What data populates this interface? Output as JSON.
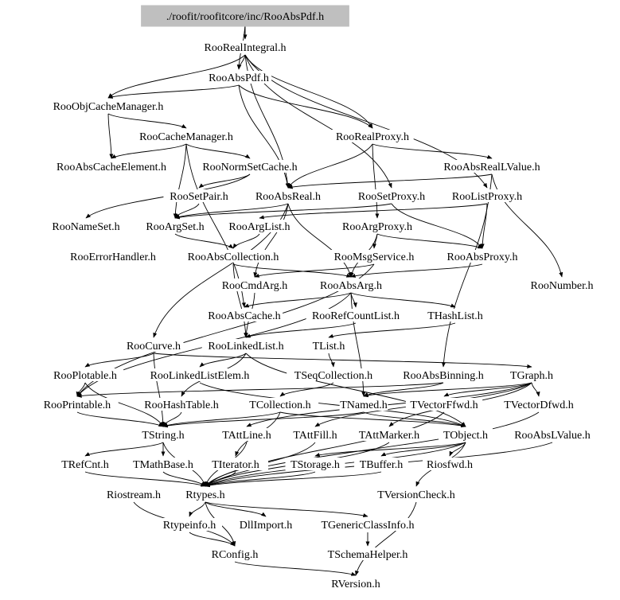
{
  "graph": {
    "root": "./roofit/roofitcore/inc/RooAbsPdf.h",
    "nodes": [
      {
        "id": "root",
        "label": "./roofit/roofitcore/inc/RooAbsPdf.h"
      },
      {
        "id": "RooRealIntegral",
        "label": "RooRealIntegral.h"
      },
      {
        "id": "RooAbsPdf",
        "label": "RooAbsPdf.h"
      },
      {
        "id": "RooObjCacheManager",
        "label": "RooObjCacheManager.h"
      },
      {
        "id": "RooCacheManager",
        "label": "RooCacheManager.h"
      },
      {
        "id": "RooRealProxy",
        "label": "RooRealProxy.h"
      },
      {
        "id": "RooAbsCacheElement",
        "label": "RooAbsCacheElement.h"
      },
      {
        "id": "RooNormSetCache",
        "label": "RooNormSetCache.h"
      },
      {
        "id": "RooAbsRealLValue",
        "label": "RooAbsRealLValue.h"
      },
      {
        "id": "RooSetPair",
        "label": "RooSetPair.h"
      },
      {
        "id": "RooAbsReal",
        "label": "RooAbsReal.h"
      },
      {
        "id": "RooSetProxy",
        "label": "RooSetProxy.h"
      },
      {
        "id": "RooListProxy",
        "label": "RooListProxy.h"
      },
      {
        "id": "RooNameSet",
        "label": "RooNameSet.h"
      },
      {
        "id": "RooArgSet",
        "label": "RooArgSet.h"
      },
      {
        "id": "RooArgList",
        "label": "RooArgList.h"
      },
      {
        "id": "RooArgProxy",
        "label": "RooArgProxy.h"
      },
      {
        "id": "RooErrorHandler",
        "label": "RooErrorHandler.h"
      },
      {
        "id": "RooAbsCollection",
        "label": "RooAbsCollection.h"
      },
      {
        "id": "RooMsgService",
        "label": "RooMsgService.h"
      },
      {
        "id": "RooAbsProxy",
        "label": "RooAbsProxy.h"
      },
      {
        "id": "RooCmdArg",
        "label": "RooCmdArg.h"
      },
      {
        "id": "RooAbsArg",
        "label": "RooAbsArg.h"
      },
      {
        "id": "RooNumber",
        "label": "RooNumber.h"
      },
      {
        "id": "RooAbsCache",
        "label": "RooAbsCache.h"
      },
      {
        "id": "RooRefCountList",
        "label": "RooRefCountList.h"
      },
      {
        "id": "THashList",
        "label": "THashList.h"
      },
      {
        "id": "RooCurve",
        "label": "RooCurve.h"
      },
      {
        "id": "RooLinkedList",
        "label": "RooLinkedList.h"
      },
      {
        "id": "TList",
        "label": "TList.h"
      },
      {
        "id": "RooPlotable",
        "label": "RooPlotable.h"
      },
      {
        "id": "RooLinkedListElem",
        "label": "RooLinkedListElem.h"
      },
      {
        "id": "TSeqCollection",
        "label": "TSeqCollection.h"
      },
      {
        "id": "RooAbsBinning",
        "label": "RooAbsBinning.h"
      },
      {
        "id": "TGraph",
        "label": "TGraph.h"
      },
      {
        "id": "RooPrintable",
        "label": "RooPrintable.h"
      },
      {
        "id": "RooHashTable",
        "label": "RooHashTable.h"
      },
      {
        "id": "TCollection",
        "label": "TCollection.h"
      },
      {
        "id": "TNamed",
        "label": "TNamed.h"
      },
      {
        "id": "TVectorFfwd",
        "label": "TVectorFfwd.h"
      },
      {
        "id": "TVectorDfwd",
        "label": "TVectorDfwd.h"
      },
      {
        "id": "TString",
        "label": "TString.h"
      },
      {
        "id": "TAttLine",
        "label": "TAttLine.h"
      },
      {
        "id": "TAttFill",
        "label": "TAttFill.h"
      },
      {
        "id": "TAttMarker",
        "label": "TAttMarker.h"
      },
      {
        "id": "TObject",
        "label": "TObject.h"
      },
      {
        "id": "RooAbsLValue",
        "label": "RooAbsLValue.h"
      },
      {
        "id": "TRefCnt",
        "label": "TRefCnt.h"
      },
      {
        "id": "TMathBase",
        "label": "TMathBase.h"
      },
      {
        "id": "TIterator",
        "label": "TIterator.h"
      },
      {
        "id": "TStorage",
        "label": "TStorage.h"
      },
      {
        "id": "TBuffer",
        "label": "TBuffer.h"
      },
      {
        "id": "Riosfwd",
        "label": "Riosfwd.h"
      },
      {
        "id": "Riostream",
        "label": "Riostream.h"
      },
      {
        "id": "Rtypes",
        "label": "Rtypes.h"
      },
      {
        "id": "TVersionCheck",
        "label": "TVersionCheck.h"
      },
      {
        "id": "Rtypeinfo",
        "label": "Rtypeinfo.h"
      },
      {
        "id": "DllImport",
        "label": "DllImport.h"
      },
      {
        "id": "TGenericClassInfo",
        "label": "TGenericClassInfo.h"
      },
      {
        "id": "RConfig",
        "label": "RConfig.h"
      },
      {
        "id": "TSchemaHelper",
        "label": "TSchemaHelper.h"
      },
      {
        "id": "RVersion",
        "label": "RVersion.h"
      }
    ],
    "edges": [
      [
        "root",
        "RooRealIntegral"
      ],
      [
        "root",
        "RooAbsPdf"
      ],
      [
        "RooRealIntegral",
        "RooAbsPdf"
      ],
      [
        "RooRealIntegral",
        "RooObjCacheManager"
      ],
      [
        "RooRealIntegral",
        "RooRealProxy"
      ],
      [
        "RooRealIntegral",
        "RooAbsReal"
      ],
      [
        "RooRealIntegral",
        "RooSetProxy"
      ],
      [
        "RooRealIntegral",
        "RooListProxy"
      ],
      [
        "RooAbsPdf",
        "RooObjCacheManager"
      ],
      [
        "RooAbsPdf",
        "RooAbsReal"
      ],
      [
        "RooAbsPdf",
        "RooRealProxy"
      ],
      [
        "RooObjCacheManager",
        "RooCacheManager"
      ],
      [
        "RooObjCacheManager",
        "RooAbsCacheElement"
      ],
      [
        "RooCacheManager",
        "RooNormSetCache"
      ],
      [
        "RooCacheManager",
        "RooAbsCacheElement"
      ],
      [
        "RooCacheManager",
        "RooAbsCache"
      ],
      [
        "RooCacheManager",
        "RooArgSet"
      ],
      [
        "RooRealProxy",
        "RooAbsReal"
      ],
      [
        "RooRealProxy",
        "RooArgProxy"
      ],
      [
        "RooRealProxy",
        "RooAbsRealLValue"
      ],
      [
        "RooNormSetCache",
        "RooSetPair"
      ],
      [
        "RooNormSetCache",
        "RooNameSet"
      ],
      [
        "RooAbsRealLValue",
        "RooAbsReal"
      ],
      [
        "RooAbsRealLValue",
        "RooNumber"
      ],
      [
        "RooAbsRealLValue",
        "RooAbsBinning"
      ],
      [
        "RooSetPair",
        "RooArgSet"
      ],
      [
        "RooAbsReal",
        "RooAbsArg"
      ],
      [
        "RooAbsReal",
        "RooCmdArg"
      ],
      [
        "RooAbsReal",
        "RooCurve"
      ],
      [
        "RooAbsReal",
        "RooArgSet"
      ],
      [
        "RooSetProxy",
        "RooAbsProxy"
      ],
      [
        "RooSetProxy",
        "RooArgSet"
      ],
      [
        "RooListProxy",
        "RooAbsProxy"
      ],
      [
        "RooListProxy",
        "RooArgList"
      ],
      [
        "RooArgSet",
        "RooAbsCollection"
      ],
      [
        "RooArgList",
        "RooAbsCollection"
      ],
      [
        "RooArgProxy",
        "RooAbsArg"
      ],
      [
        "RooArgProxy",
        "RooAbsProxy"
      ],
      [
        "RooArgProxy",
        "RooMsgService"
      ],
      [
        "RooAbsCollection",
        "RooAbsArg"
      ],
      [
        "RooAbsCollection",
        "RooLinkedList"
      ],
      [
        "RooMsgService",
        "RooCmdArg"
      ],
      [
        "RooMsgService",
        "RooPrintable"
      ],
      [
        "RooAbsProxy",
        "RooAbsArg"
      ],
      [
        "RooCmdArg",
        "RooLinkedList"
      ],
      [
        "RooAbsArg",
        "RooAbsCache"
      ],
      [
        "RooAbsArg",
        "RooRefCountList"
      ],
      [
        "RooAbsArg",
        "THashList"
      ],
      [
        "RooAbsArg",
        "RooPrintable"
      ],
      [
        "RooAbsArg",
        "TNamed"
      ],
      [
        "RooRefCountList",
        "RooLinkedList"
      ],
      [
        "THashList",
        "TList"
      ],
      [
        "RooCurve",
        "TGraph"
      ],
      [
        "RooCurve",
        "RooPlotable"
      ],
      [
        "RooCurve",
        "TString"
      ],
      [
        "RooLinkedList",
        "RooLinkedListElem"
      ],
      [
        "RooLinkedList",
        "RooHashTable"
      ],
      [
        "RooLinkedList",
        "TObject"
      ],
      [
        "TList",
        "TSeqCollection"
      ],
      [
        "RooPlotable",
        "RooPrintable"
      ],
      [
        "RooPlotable",
        "TString"
      ],
      [
        "RooLinkedListElem",
        "TObject"
      ],
      [
        "TSeqCollection",
        "TCollection"
      ],
      [
        "RooAbsBinning",
        "TNamed"
      ],
      [
        "RooAbsBinning",
        "RooPrintable"
      ],
      [
        "TGraph",
        "TNamed"
      ],
      [
        "TGraph",
        "TAttLine"
      ],
      [
        "TGraph",
        "TAttFill"
      ],
      [
        "TGraph",
        "TAttMarker"
      ],
      [
        "TGraph",
        "TVectorFfwd"
      ],
      [
        "TGraph",
        "TVectorDfwd"
      ],
      [
        "RooPrintable",
        "TString"
      ],
      [
        "RooHashTable",
        "TString"
      ],
      [
        "TCollection",
        "TObject"
      ],
      [
        "TCollection",
        "TIterator"
      ],
      [
        "TCollection",
        "TString"
      ],
      [
        "TNamed",
        "TObject"
      ],
      [
        "TNamed",
        "TString"
      ],
      [
        "TVectorFfwd",
        "Rtypes"
      ],
      [
        "TVectorDfwd",
        "Rtypes"
      ],
      [
        "TString",
        "TRefCnt"
      ],
      [
        "TString",
        "TMathBase"
      ],
      [
        "TString",
        "Rtypes"
      ],
      [
        "TAttLine",
        "Rtypes"
      ],
      [
        "TAttFill",
        "Rtypes"
      ],
      [
        "TAttMarker",
        "Rtypes"
      ],
      [
        "TObject",
        "Rtypes"
      ],
      [
        "TObject",
        "TStorage"
      ],
      [
        "TObject",
        "TVersionCheck"
      ],
      [
        "TObject",
        "Riosfwd"
      ],
      [
        "TObject",
        "TBuffer"
      ],
      [
        "RooAbsLValue",
        "Rtypes"
      ],
      [
        "TRefCnt",
        "Rtypes"
      ],
      [
        "TMathBase",
        "Rtypes"
      ],
      [
        "TIterator",
        "Rtypes"
      ],
      [
        "TStorage",
        "Rtypes"
      ],
      [
        "TBuffer",
        "Rtypes"
      ],
      [
        "TVersionCheck",
        "RVersion"
      ],
      [
        "Riostream",
        "RConfig"
      ],
      [
        "Rtypes",
        "Rtypeinfo"
      ],
      [
        "Rtypes",
        "DllImport"
      ],
      [
        "Rtypes",
        "TGenericClassInfo"
      ],
      [
        "Rtypes",
        "RConfig"
      ],
      [
        "Rtypeinfo",
        "RConfig"
      ],
      [
        "TGenericClassInfo",
        "TSchemaHelper"
      ],
      [
        "RConfig",
        "RVersion"
      ]
    ]
  }
}
